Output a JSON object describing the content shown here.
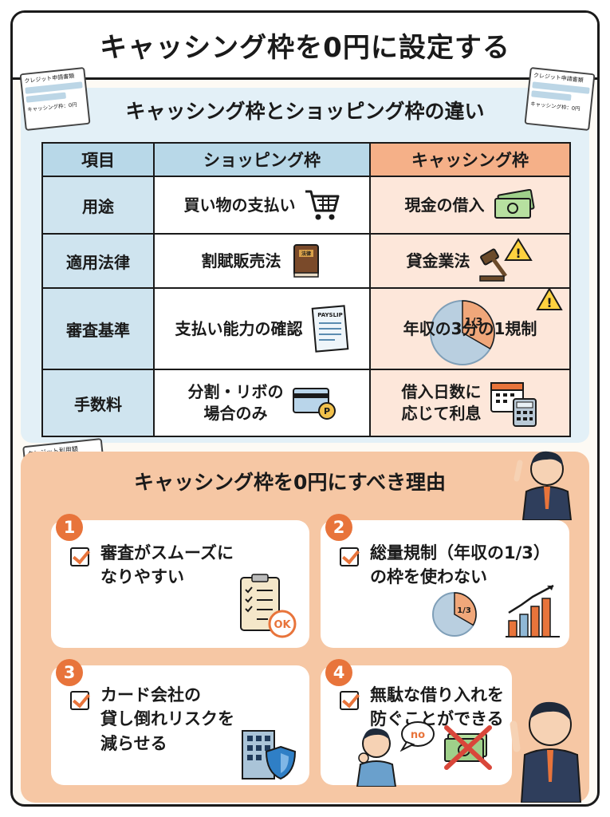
{
  "main_title": "キャッシング枠を0円に設定する",
  "section1": {
    "title": "キャッシング枠とショッピング枠の違い",
    "headers": {
      "item": "項目",
      "shopping": "ショッピング枠",
      "cashing": "キャッシング枠"
    },
    "rows": [
      {
        "item": "用途",
        "shopping": "買い物の支払い",
        "cashing": "現金の借入"
      },
      {
        "item": "適用法律",
        "shopping": "割賦販売法",
        "cashing": "貸金業法"
      },
      {
        "item": "審査基準",
        "shopping": "支払い能力の確認",
        "cashing": "年収の3分の1規制"
      },
      {
        "item": "手数料",
        "shopping": "分割・リボの\n場合のみ",
        "cashing": "借入日数に\n応じて利息"
      }
    ],
    "book_label": "法律",
    "payslip_label": "PAYSLIP",
    "pie_label": "1/3"
  },
  "docs": {
    "doc_title_a": "クレジット申請書類",
    "doc_title_b": "クレジット利用額",
    "doc_line": "キャッシング枠：0円"
  },
  "section2": {
    "title": "キャッシング枠を0円にすべき理由",
    "reasons": [
      {
        "num": "1",
        "text": "審査がスムーズに\nなりやすい",
        "badge": "OK"
      },
      {
        "num": "2",
        "text": "総量規制（年収の1/3）\nの枠を使わない",
        "badge": "1/3"
      },
      {
        "num": "3",
        "text": "カード会社の\n貸し倒れリスクを\n減らせる"
      },
      {
        "num": "4",
        "text": "無駄な借り入れを\n防ぐことができる",
        "badge": "no"
      }
    ]
  },
  "colors": {
    "accent": "#e8743b",
    "blue": "#b8d8e8",
    "orange": "#f5b088"
  }
}
